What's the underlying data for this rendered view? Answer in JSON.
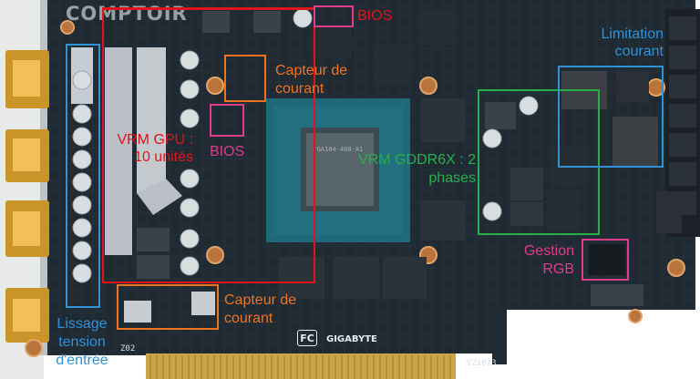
{
  "watermark": "COMPTOIR",
  "annotations": {
    "bios_top": "BIOS",
    "current_sensor_top": "Capteur de courant",
    "vrm_gpu": "VRM GPU : 10 unités",
    "bios_left": "BIOS",
    "vrm_gddr6x": "VRM GDDR6X : 2 phases",
    "current_limiter": "Limitation courant",
    "rgb_management": "Gestion RGB",
    "current_sensor_bottom": "Capteur de courant",
    "input_smoothing": "Lissage tension d'entrée"
  },
  "markings": {
    "brand": "GIGABYTE",
    "fc_logo": "FC",
    "ref_bottom_left": "Z02",
    "ref_bottom_right": "VZ1023",
    "gpu_die": "GA104-400-A1"
  },
  "colors": {
    "red": "#e0141b",
    "orange": "#f0731f",
    "pink": "#e03c8c",
    "green": "#27b04a",
    "blue": "#2f92d6"
  }
}
